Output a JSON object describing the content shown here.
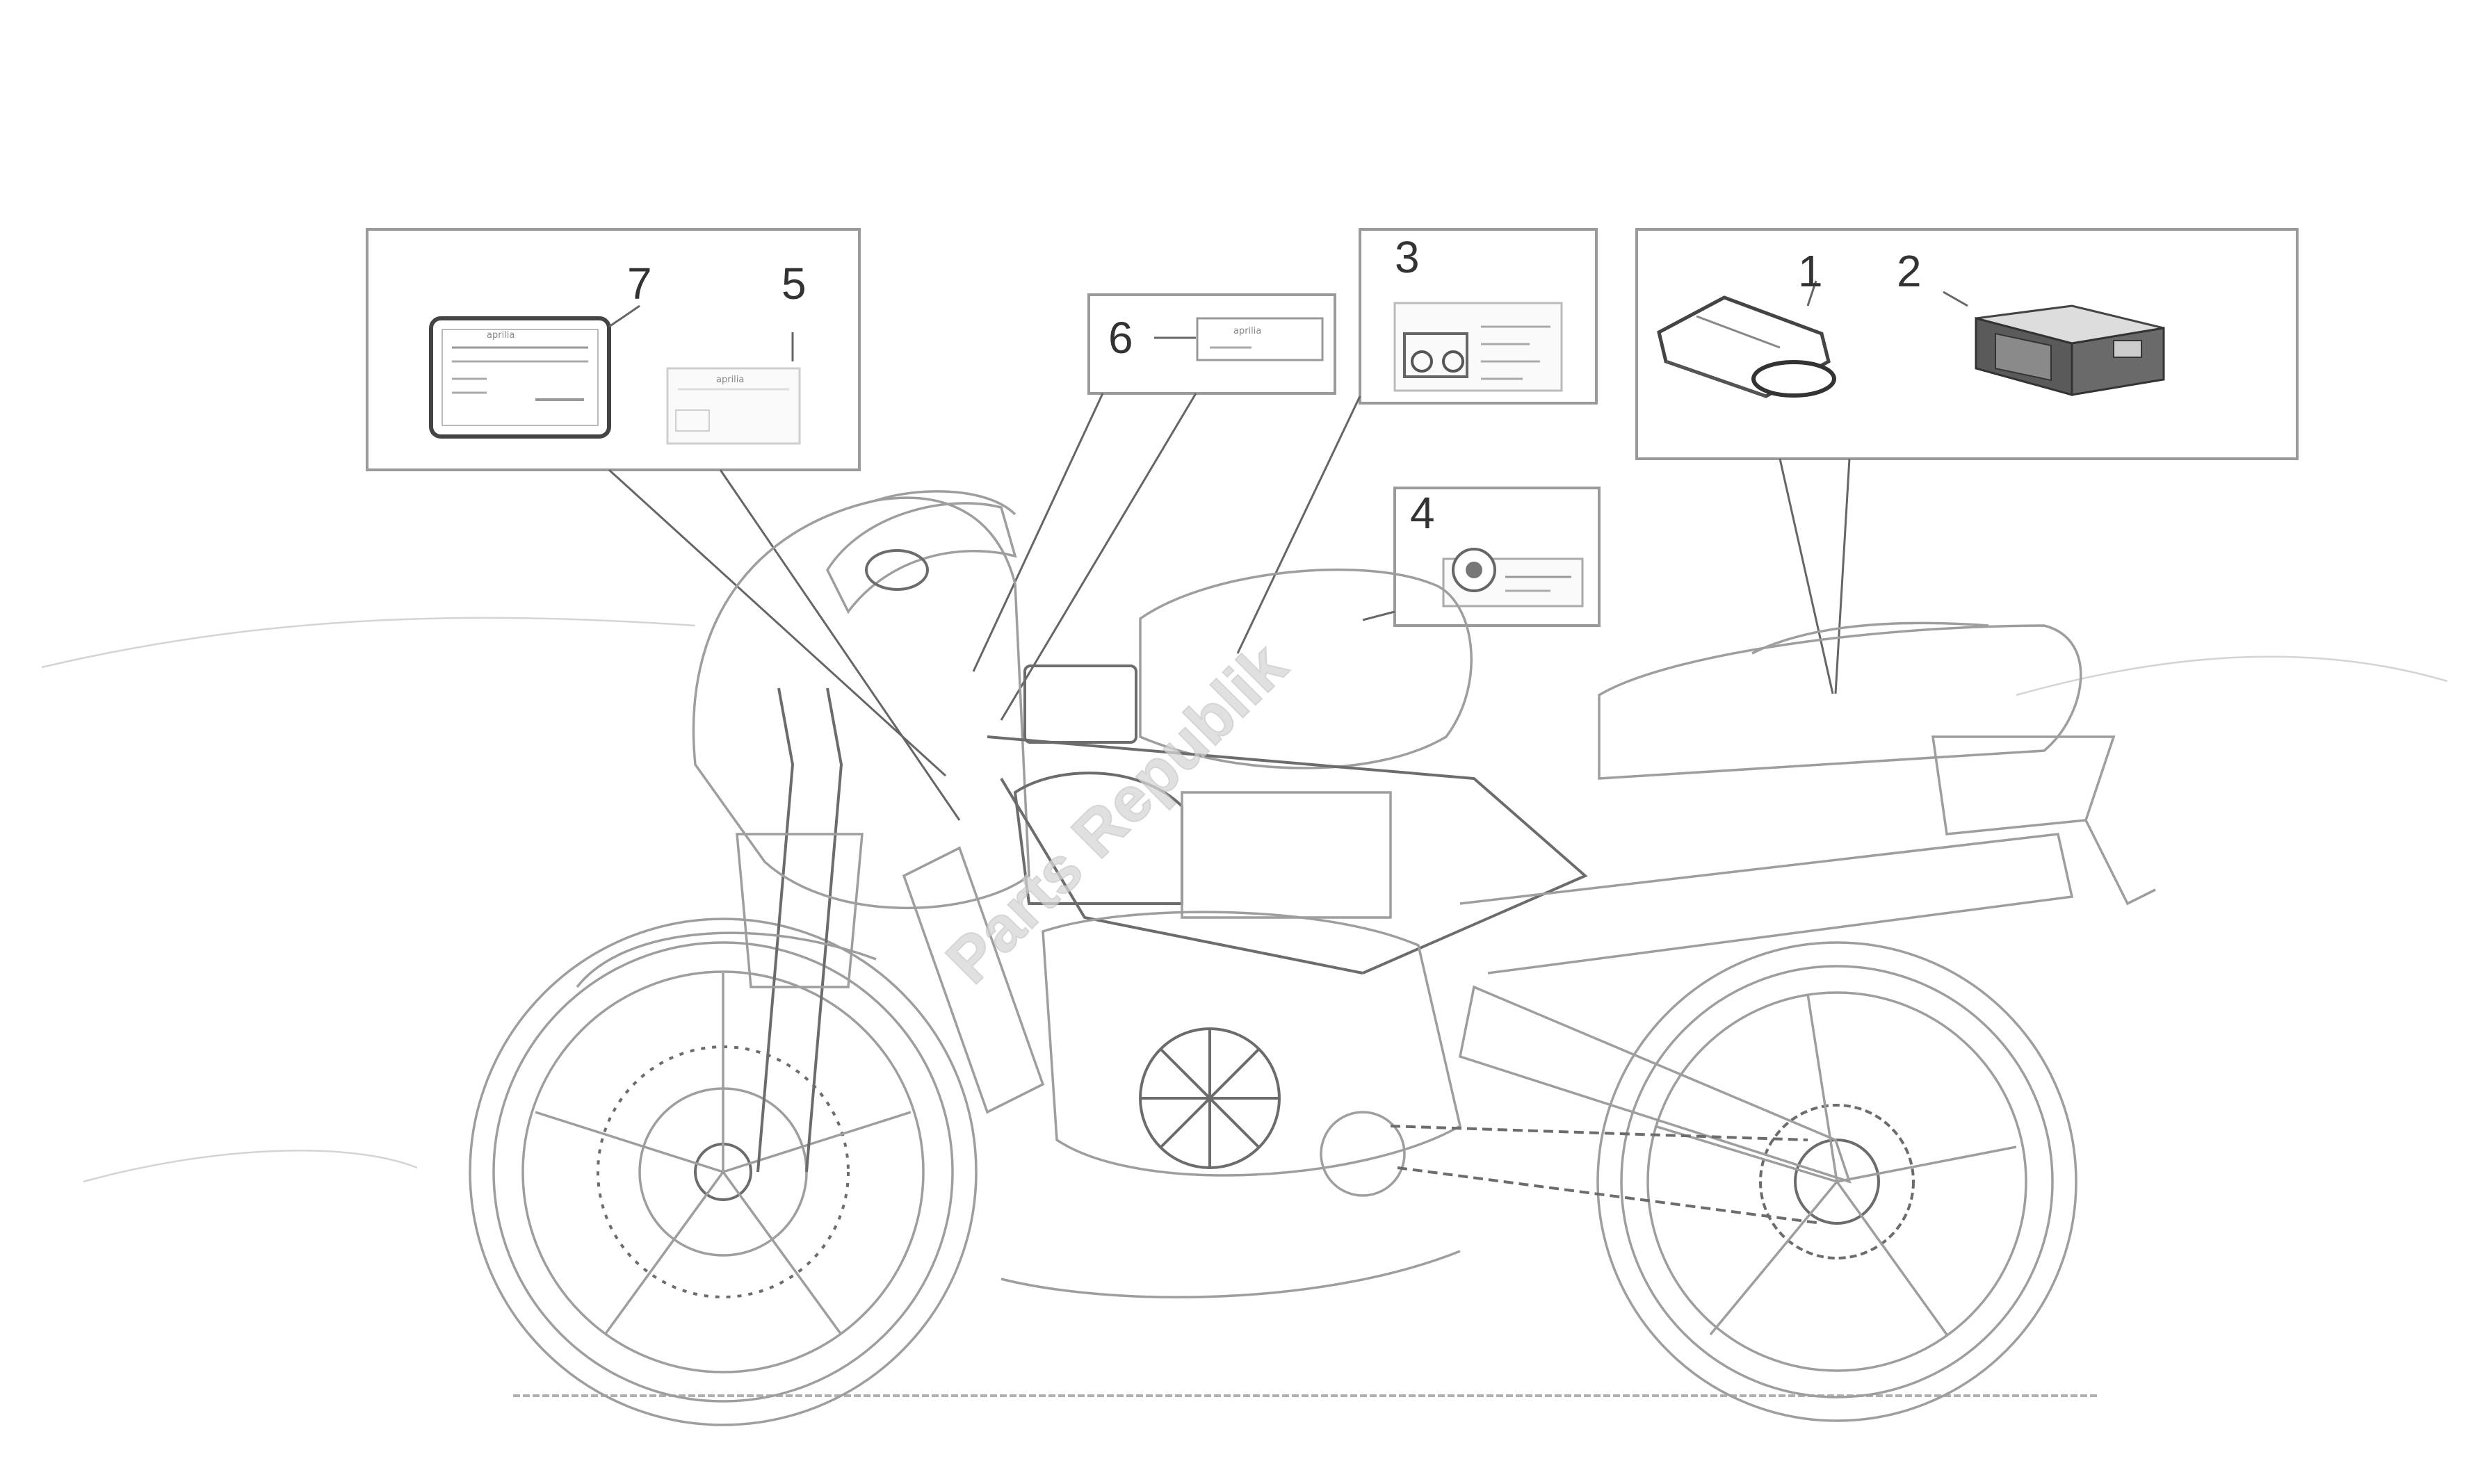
{
  "callouts": {
    "c1": "1",
    "c2": "2",
    "c3": "3",
    "c4": "4",
    "c5": "5",
    "c6": "6",
    "c7": "7"
  },
  "labels": {
    "brand": "aprilia"
  },
  "watermark": "Parts Republik",
  "colors": {
    "line": "#9e9e9e",
    "dark": "#6c6c6c",
    "box_border": "#9a9a9a",
    "manual_cover": "#5a5a5a"
  }
}
